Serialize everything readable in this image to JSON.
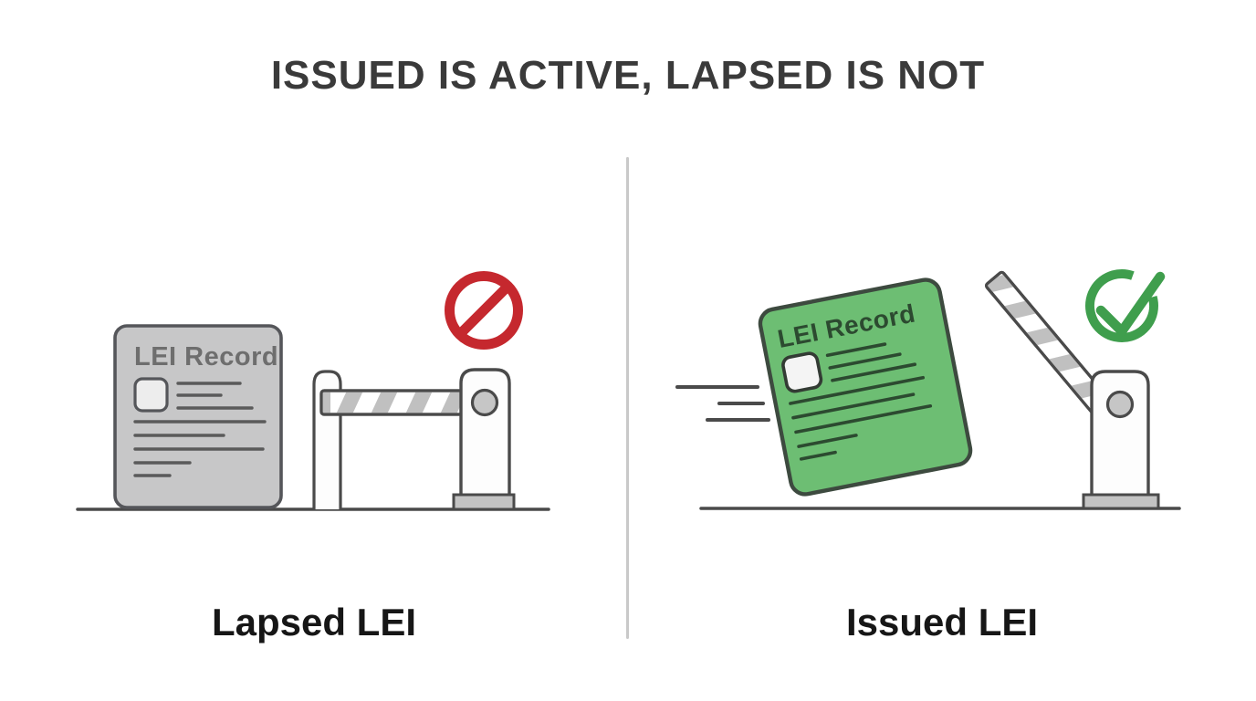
{
  "title": "ISSUED IS ACTIVE, LAPSED IS NOT",
  "panels": {
    "lapsed": {
      "caption": "Lapsed LEI",
      "card_label": "LEI Record",
      "status_icon": "prohibition-icon",
      "barrier_state": "closed"
    },
    "issued": {
      "caption": "Issued LEI",
      "card_label": "LEI Record",
      "status_icon": "check-circle-icon",
      "barrier_state": "open"
    }
  },
  "colors": {
    "prohibition_red": "#c5282e",
    "check_green": "#3f9e4d",
    "card_green": "#6dbe73",
    "card_green_ink": "#2c4a30",
    "document_gray": "#c7c7c8",
    "document_ink": "#6e6e6e",
    "outline_dark": "#4a4a4a",
    "title_ink": "#3a3a3a",
    "divider_gray": "#c9c9c9"
  }
}
